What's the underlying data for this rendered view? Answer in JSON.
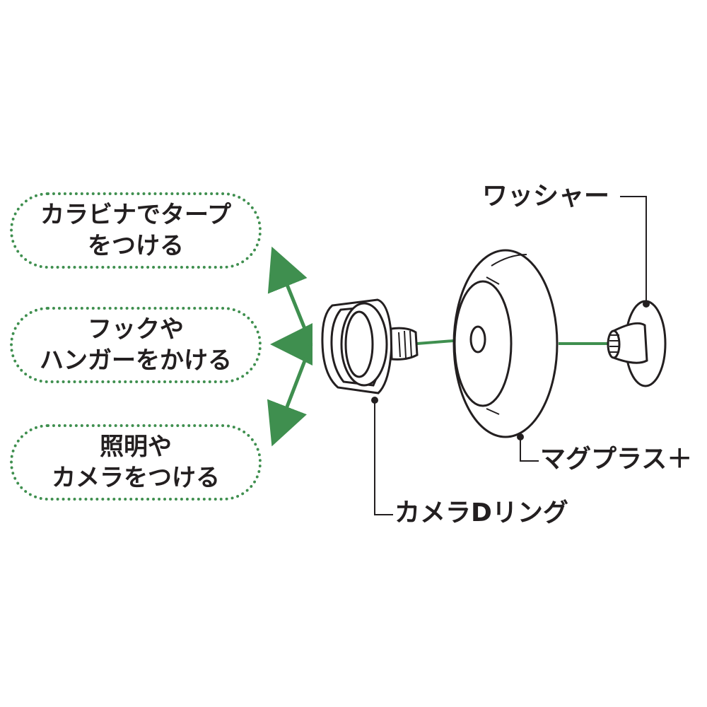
{
  "uses": [
    {
      "line1": "カラビナでタープ",
      "line2": "をつける"
    },
    {
      "line1": "フックや",
      "line2": "ハンガーをかける"
    },
    {
      "line1": "照明や",
      "line2": "カメラをつける"
    }
  ],
  "parts": {
    "washer": "ワッシャー",
    "magplus": "マグプラス＋",
    "dring": "カメラDリング"
  },
  "colors": {
    "accent_green": "#3f8f4f",
    "line_dark": "#231f20"
  }
}
